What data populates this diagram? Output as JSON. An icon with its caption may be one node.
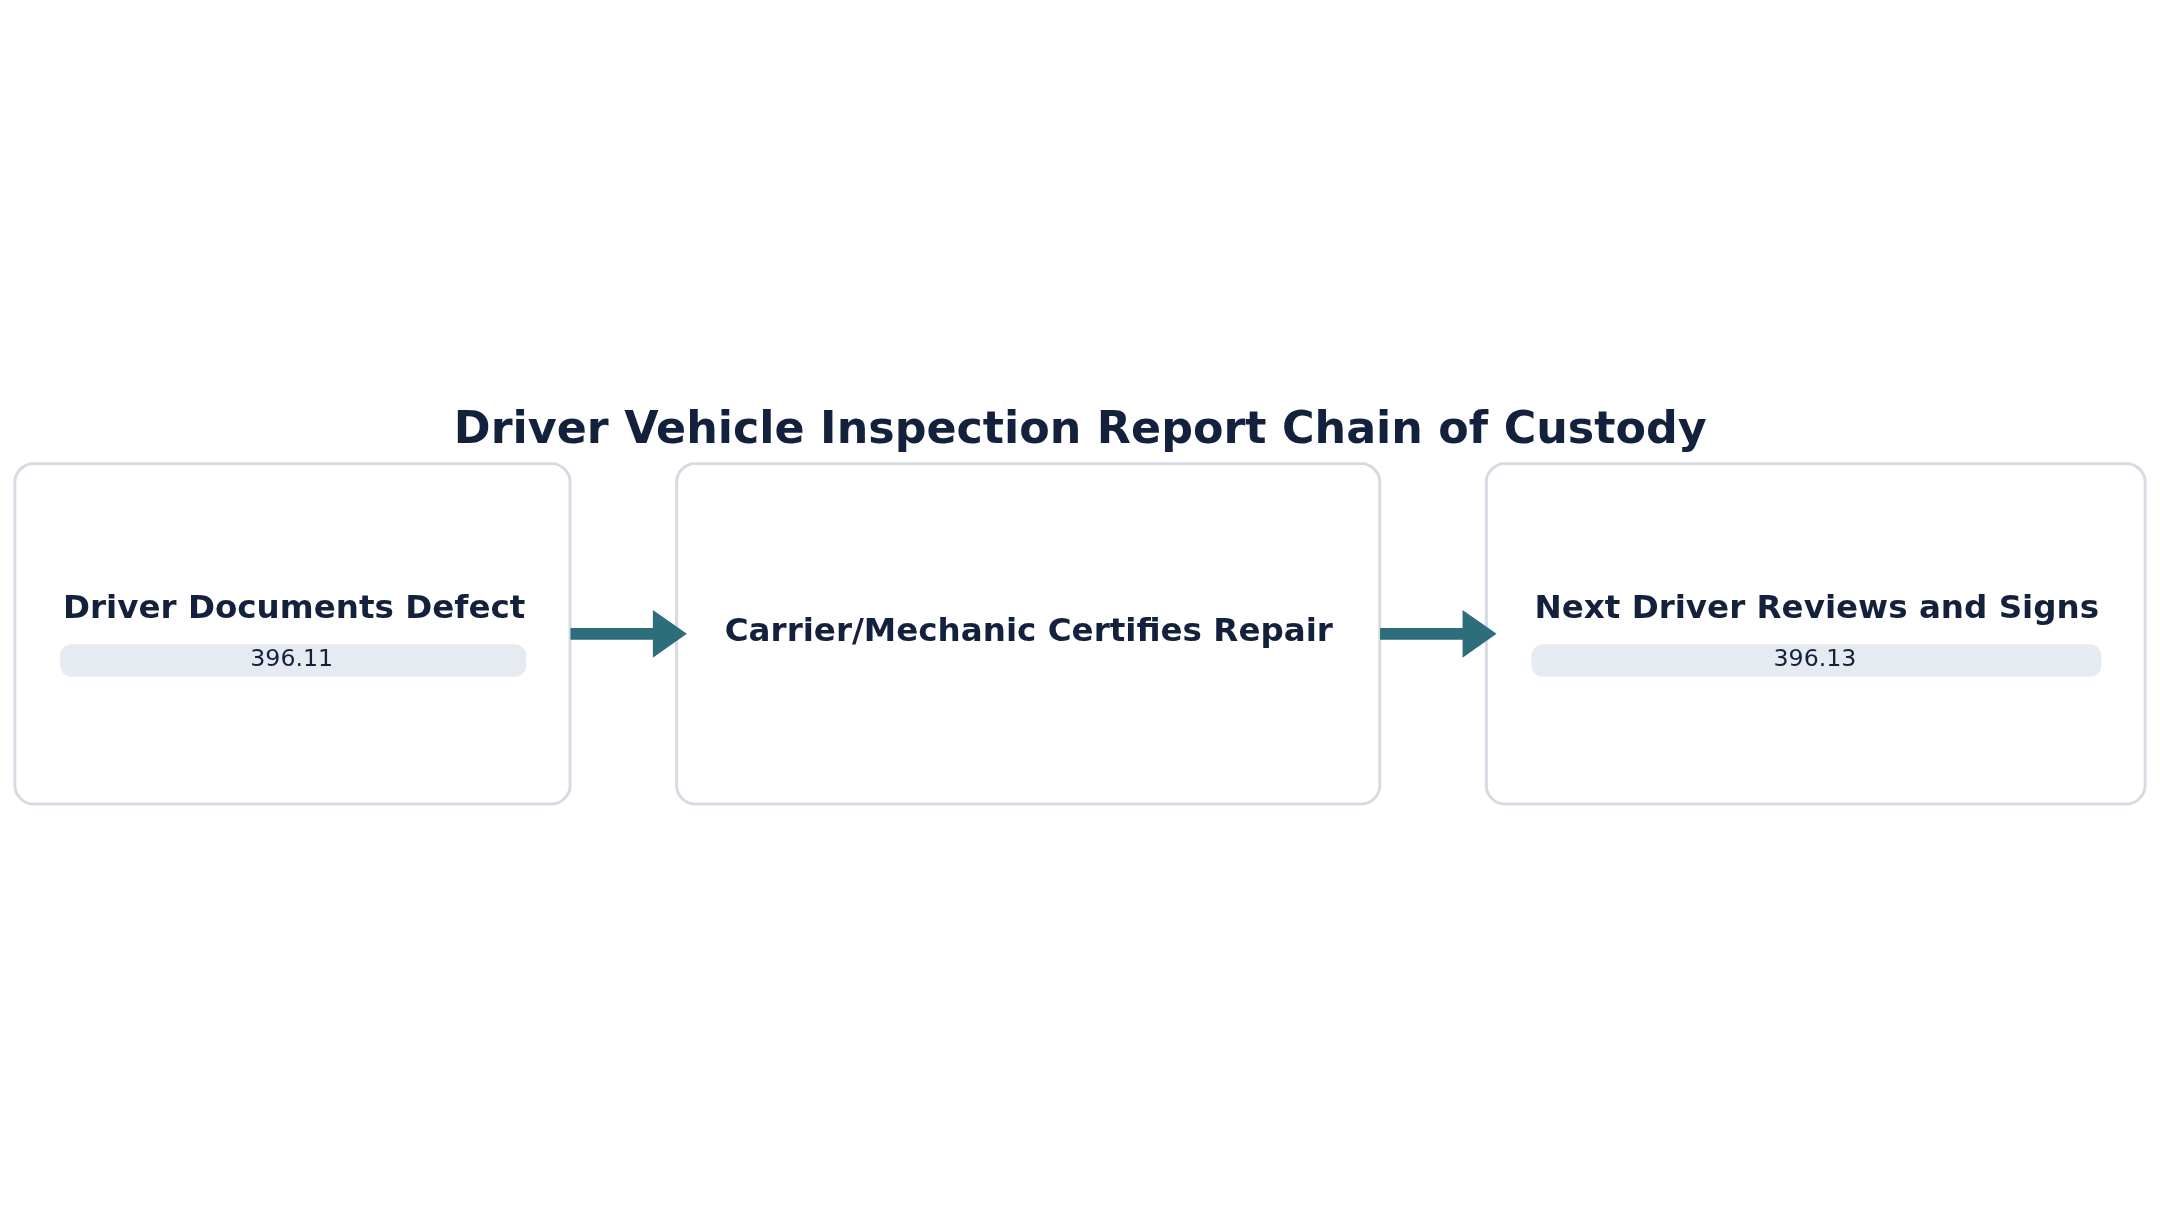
{
  "diagram": {
    "title": "Driver Vehicle Inspection Report Chain of Custody",
    "nodes": [
      {
        "text": [
          "Driver Documents Defect",
          "396.11"
        ]
      },
      {
        "text": [
          "Carrier/Mechanic Certifies Repair"
        ]
      },
      {
        "text": [
          "Next Driver Reviews and Signs",
          "396.13"
        ]
      }
    ],
    "edges": [
      {
        "from": 0,
        "to": 1,
        "arrow": "to"
      },
      {
        "from": 1,
        "to": 2,
        "arrow": "to"
      }
    ]
  }
}
